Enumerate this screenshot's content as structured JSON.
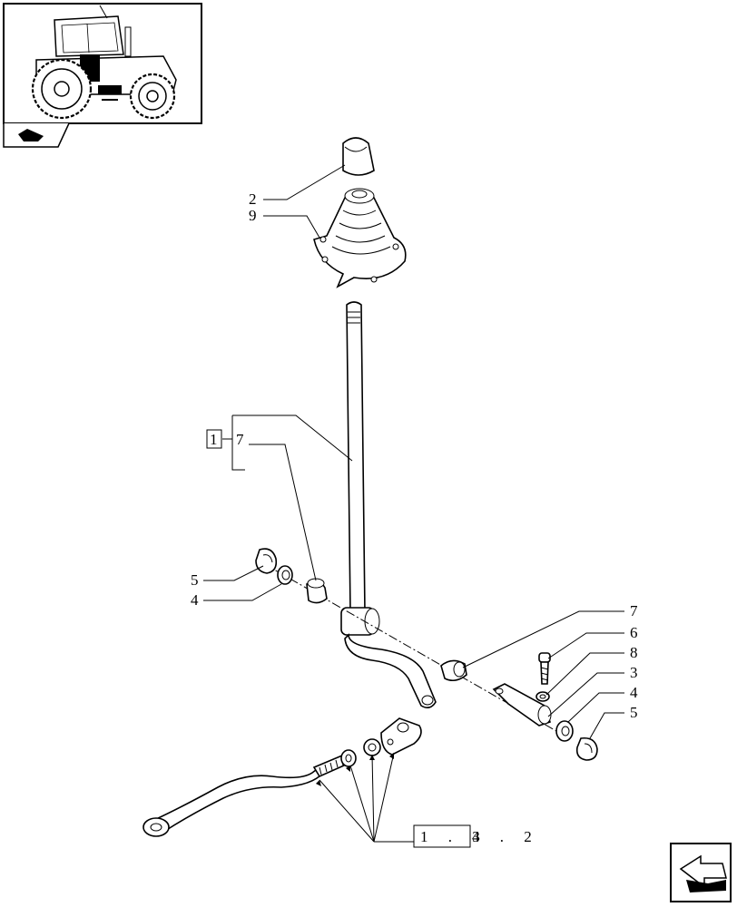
{
  "callouts": {
    "c2": "2",
    "c9": "9",
    "c1": "1",
    "c7_left": "7",
    "c5_left": "5",
    "c4_left": "4",
    "c7_right": "7",
    "c6": "6",
    "c8": "8",
    "c3": "3",
    "c4_right": "4",
    "c5_right": "5"
  },
  "reference": {
    "boxed": "1 . 3",
    "suffix": "4 . 2"
  },
  "icons": {
    "thumbnail": "tractor-thumbnail-icon",
    "arrow": "exit-arrow-icon"
  }
}
